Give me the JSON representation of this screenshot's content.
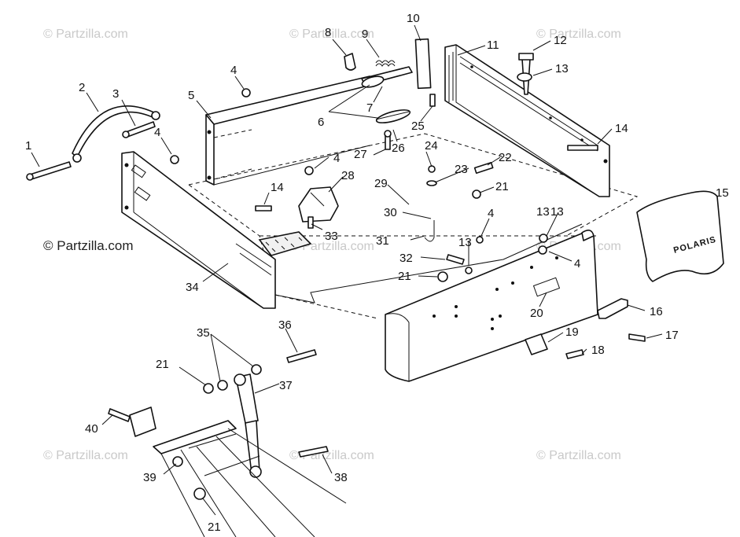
{
  "watermarks": [
    "© Partzilla.com",
    "© Partzilla.com",
    "© Partzilla.com",
    "© Partzilla.com",
    "© Partzilla.com",
    "© Partzilla.com",
    "© Partzilla.com",
    "© Partzilla.com",
    "© Partzilla.com"
  ],
  "callouts": [
    "1",
    "2",
    "3",
    "4",
    "5",
    "6",
    "7",
    "8",
    "9",
    "10",
    "11",
    "12",
    "13",
    "14",
    "15",
    "16",
    "17",
    "18",
    "19",
    "20",
    "21",
    "22",
    "23",
    "24",
    "25",
    "26",
    "27",
    "28",
    "29",
    "30",
    "31",
    "32",
    "33",
    "34",
    "35",
    "36",
    "37",
    "38",
    "39",
    "40",
    "4",
    "4",
    "4",
    "4",
    "13",
    "13",
    "13",
    "14",
    "21",
    "21",
    "21"
  ],
  "logo_text": "POLARIS"
}
